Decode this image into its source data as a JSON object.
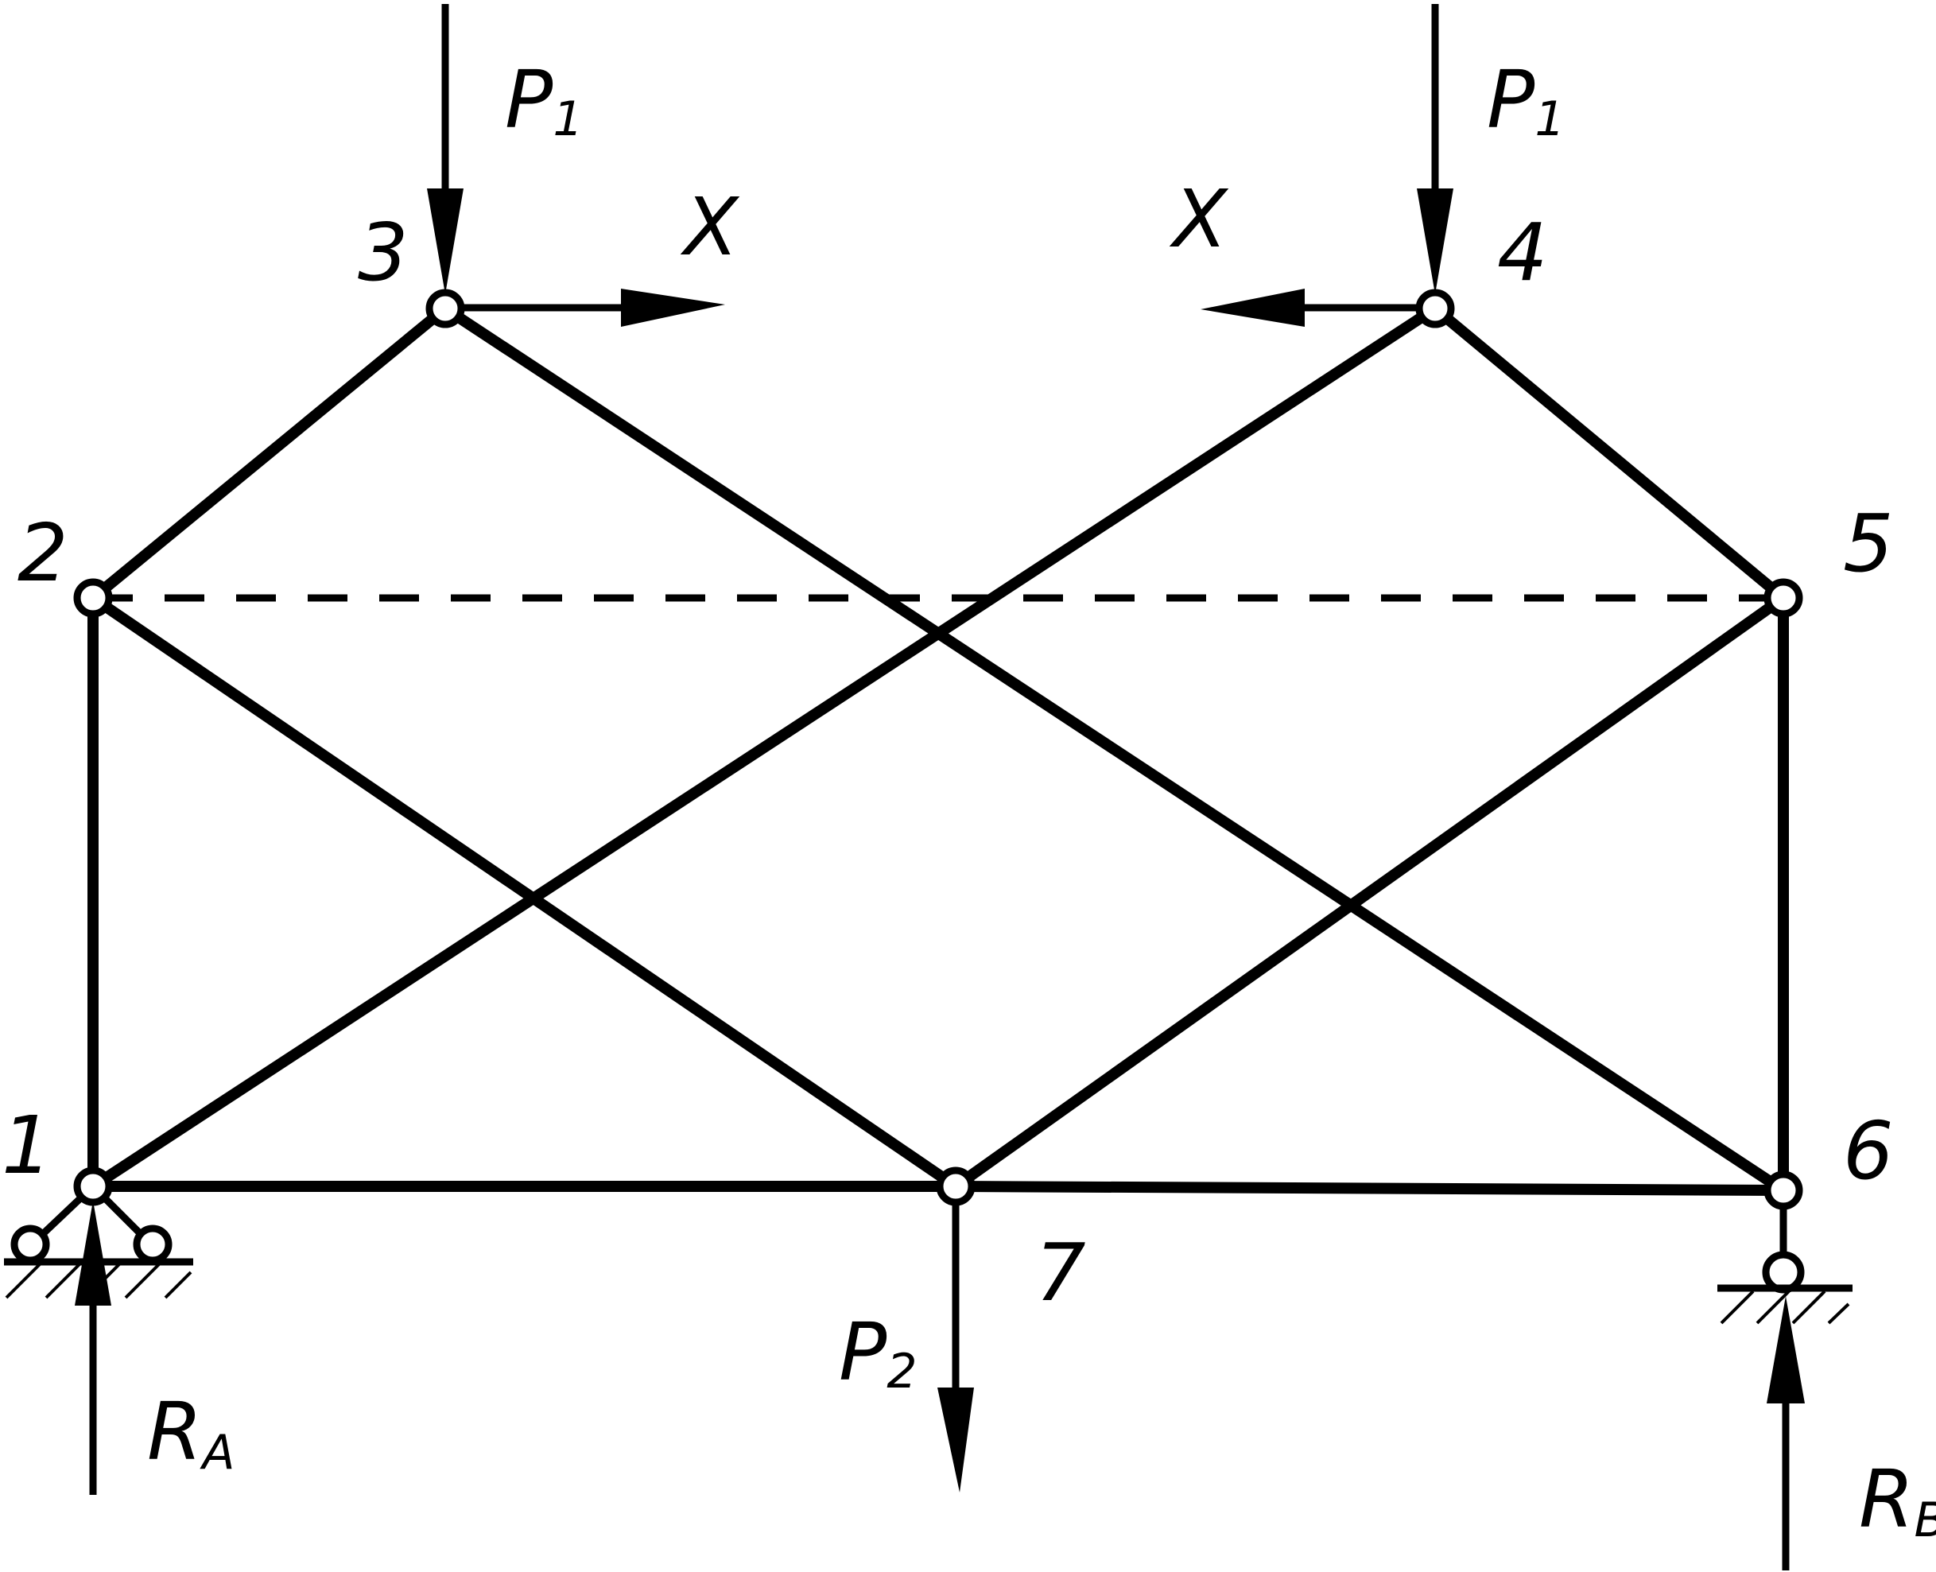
{
  "colors": {
    "stroke": "#000000",
    "background": "#ffffff"
  },
  "nodes": {
    "n1": {
      "label": "1"
    },
    "n2": {
      "label": "2"
    },
    "n3": {
      "label": "3"
    },
    "n4": {
      "label": "4"
    },
    "n5": {
      "label": "5"
    },
    "n6": {
      "label": "6"
    },
    "n7": {
      "label": "7"
    }
  },
  "forces": {
    "p1_left": {
      "symbol": "P",
      "sub": "1"
    },
    "p1_right": {
      "symbol": "P",
      "sub": "1"
    },
    "p2": {
      "symbol": "P",
      "sub": "2"
    },
    "x_left": {
      "symbol": "X"
    },
    "x_right": {
      "symbol": "X"
    },
    "ra": {
      "symbol": "R",
      "sub": "A"
    },
    "rb": {
      "symbol": "R",
      "sub": "B"
    }
  }
}
